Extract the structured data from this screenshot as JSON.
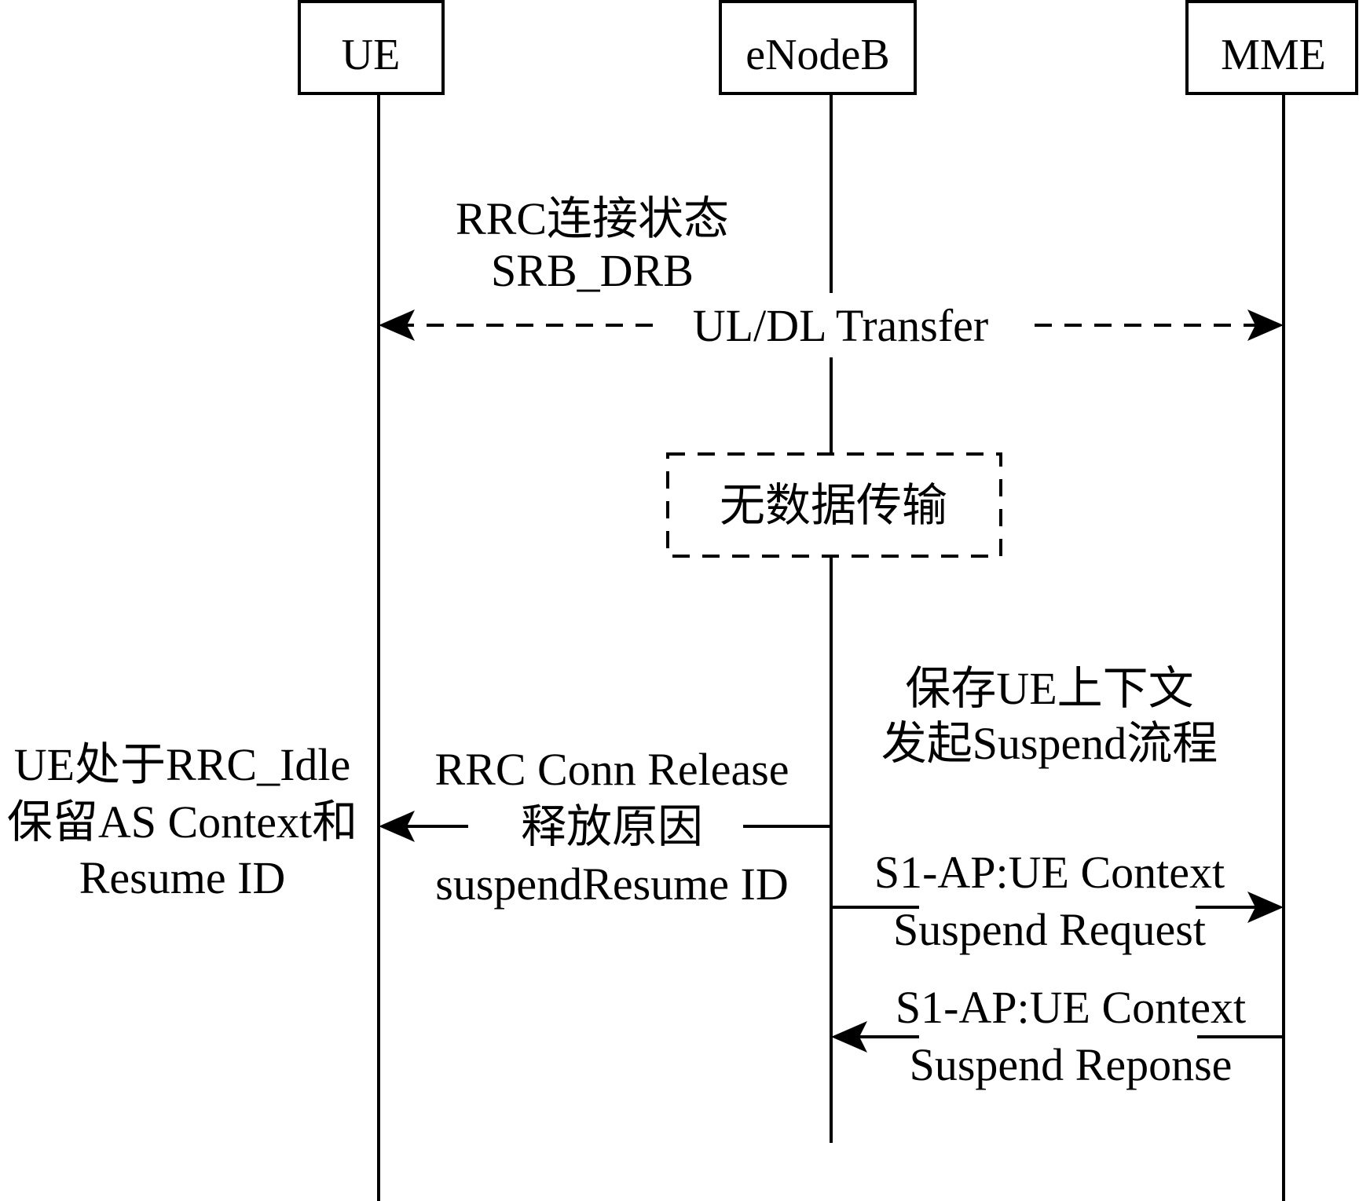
{
  "participants": [
    {
      "id": "ue",
      "label": "UE"
    },
    {
      "id": "enb",
      "label": "eNodeB"
    },
    {
      "id": "mme",
      "label": "MME"
    }
  ],
  "notes": {
    "rrc_connected": [
      "RRC连接状态",
      "SRB_DRB"
    ],
    "no_data": "无数据传输",
    "save_context": [
      "保存UE上下文",
      "发起Suspend流程"
    ],
    "ue_idle": [
      "UE处于RRC_Idle",
      "保留AS Context和",
      "Resume ID"
    ]
  },
  "messages": {
    "ul_dl_transfer": "UL/DL Transfer",
    "rrc_release": [
      "RRC Conn Release",
      "释放原因",
      "suspendResume ID"
    ],
    "suspend_request": [
      "S1-AP:UE Context",
      "Suspend Request"
    ],
    "suspend_response": [
      "S1-AP:UE Context",
      "Suspend Reponse"
    ]
  }
}
